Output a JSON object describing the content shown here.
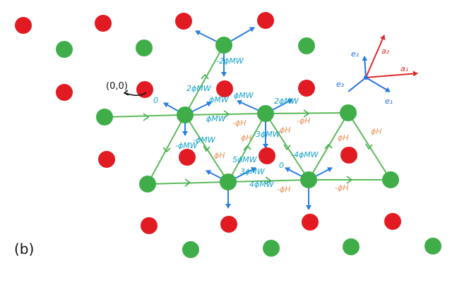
{
  "figure_label": "(b)",
  "origin_label": "(0,0)",
  "colors": {
    "red": "#e21b23",
    "green": "#3fae49",
    "edge": "#5cb85c",
    "arrow": "#2a7fe0",
    "cyan": "#17a3c9",
    "orange": "#e8935a"
  },
  "axes": {
    "a1": "a₁",
    "a2": "a₂",
    "e1": "e₁",
    "e2": "e₂",
    "e3": "e₃"
  },
  "labels": {
    "zero_left": "0",
    "minus2phi_top": "-2ϕMW",
    "twophi_top": "2ϕMW",
    "phi_upper": "ϕMW",
    "phi_mid": "ϕMW",
    "phi_right_top": "ϕMW",
    "twophi_right": "2ϕMW",
    "minusphi_a": "-ϕMW",
    "minusphi_b": "-ϕMW",
    "minus3phi": "-3ϕMW",
    "fivephi": "5ϕMW",
    "threephi": "3ϕMW",
    "fourphi": "4ϕMW",
    "minus4phi": "-4ϕMW",
    "zero_right": "0",
    "phiH_1": "ϕH",
    "phiH_2": "-ϕH",
    "phiH_3": "ϕH",
    "phiH_4": "-ϕH",
    "phiH_5": "ϕH",
    "phiH_6": "ϕH",
    "phiH_7": "ϕH",
    "phiH_8": "-ϕH",
    "phiH_9": "-ϕH"
  }
}
